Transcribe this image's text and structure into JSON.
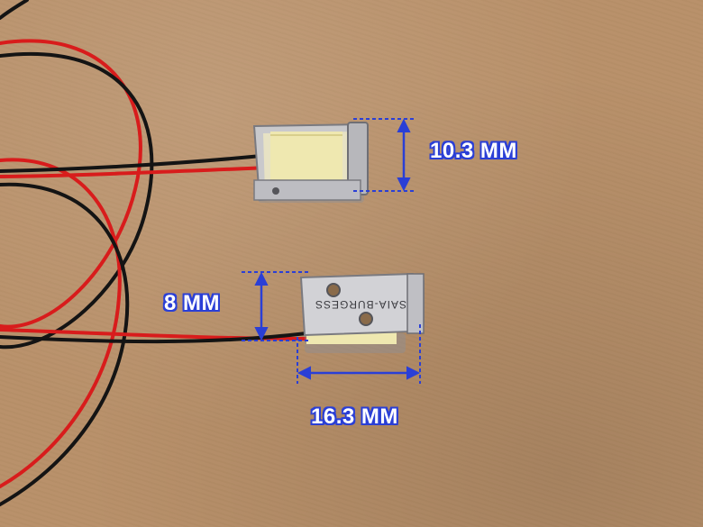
{
  "labels": {
    "top_height": "10.3 MM",
    "bottom_height": "8 MM",
    "bottom_length": "16.3 MM"
  },
  "stamp_text": "SAIA-BURGESS",
  "colors": {
    "background": "#b89069",
    "dimension_line": "#2a3fd6",
    "red_wire": "#d81c1c",
    "black_wire": "#141414",
    "coil_tape": "#efe8b0",
    "metal_frame": "#c9c9cc"
  }
}
